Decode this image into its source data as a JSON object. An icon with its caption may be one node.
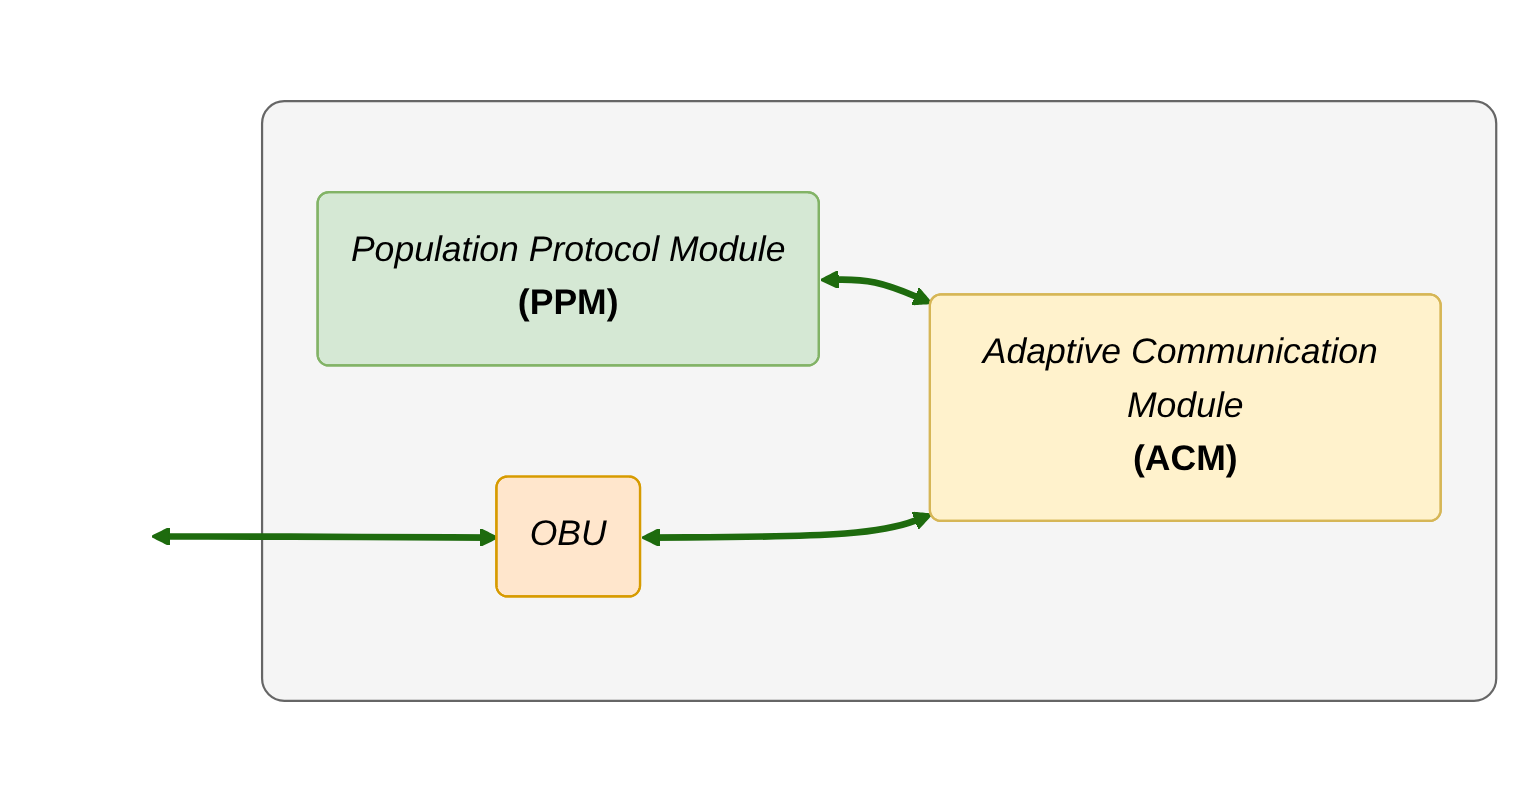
{
  "diagram": {
    "nodes": [
      {
        "text": [],
        "shape": "box"
      },
      {
        "text": [
          "Population Protocol Module",
          "(PPM)"
        ],
        "in": 0
      },
      {
        "text": [
          "OBU"
        ],
        "in": 0
      },
      {
        "text": [
          "Adaptive Communication Module",
          "(ACM)"
        ],
        "in": 0
      }
    ],
    "edges": [
      {
        "from": 1,
        "to": 3,
        "arrow": "both"
      },
      {
        "from": null,
        "to": 2,
        "arrow": "both"
      },
      {
        "from": 2,
        "to": 3,
        "arrow": "both"
      }
    ]
  }
}
